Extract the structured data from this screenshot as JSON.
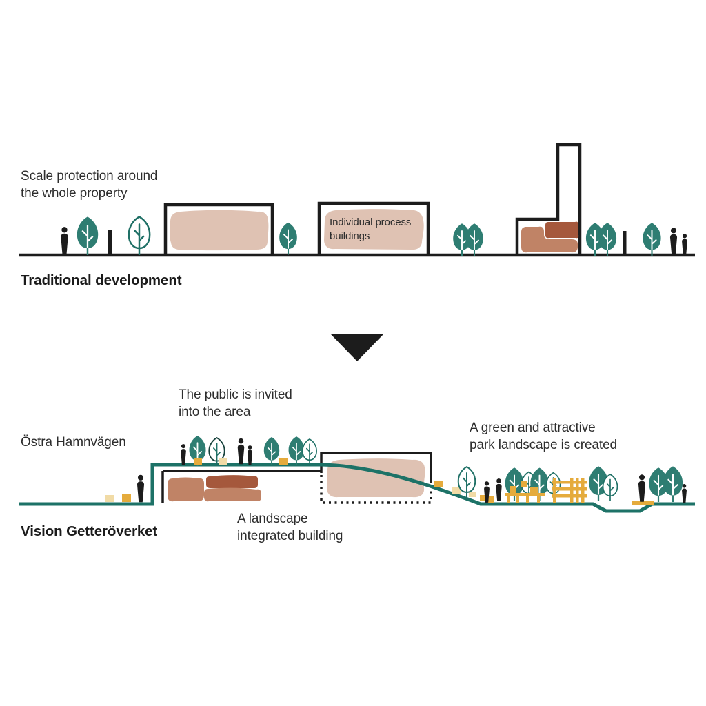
{
  "top_scene": {
    "annotation": "Scale protection around\nthe whole property",
    "building_label": "Individual process\nbuildings",
    "title": "Traditional development"
  },
  "bottom_scene": {
    "street_label": "Östra Hamnvägen",
    "annotation_public": "The public is invited\ninto the area",
    "annotation_park": "A green and attractive\npark landscape is created",
    "annotation_building": "A landscape\nintegrated building",
    "title": "Vision Getteröverket"
  },
  "icons": {
    "transition_arrow": "down-triangle",
    "tree_filled": "teal-tree",
    "tree_outline": "outlined-tree",
    "person": "human-silhouette"
  },
  "colors": {
    "ink": "#1c1c1c",
    "text": "#2d2d2d",
    "teal": "#2e7d72",
    "teal-line": "#1f7066",
    "teal-deep": "#16413b",
    "terrain": "#1d7267",
    "beige": "#dfc2b3",
    "clay": "#c08366",
    "clay-dark": "#a5583c",
    "yellow": "#e5ab3c",
    "yellow-light": "#f1dba6"
  }
}
